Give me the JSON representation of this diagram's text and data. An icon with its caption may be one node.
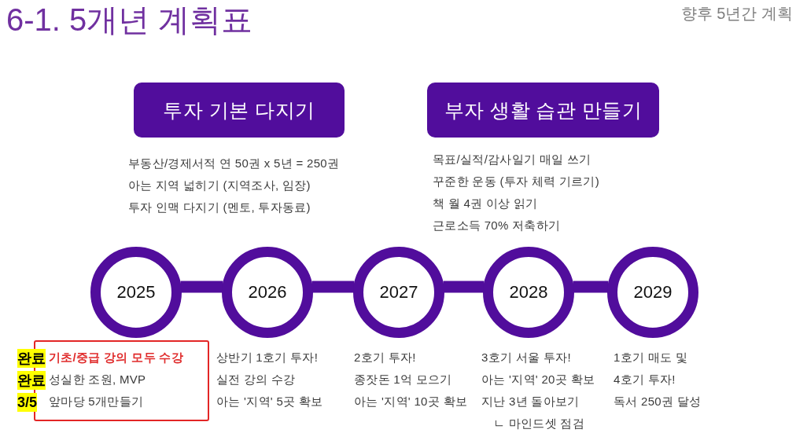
{
  "diagram": {
    "title": "6-1. 5개년 계획표",
    "nodes": [
      {
        "text": [
          "투자 기본 다지기"
        ],
        "beside": [
          "부동산/경제서적 연 50권 x 5년 = 250권",
          "아는 지역 넓히기 (지역조사, 임장)",
          "투자 인맥 다지기 (멘토, 투자동료)"
        ]
      },
      {
        "text": [
          "부자 생활 습관 만들기"
        ],
        "beside": [
          "목표/실적/감사일기 매일 쓰기",
          "꾸준한 운동 (투자 체력 기르기)",
          "책 월 4권 이상 읽기",
          "근로소득 70% 저축하기"
        ]
      },
      {
        "text": [
          "2025"
        ]
      },
      {
        "text": [
          "2026"
        ],
        "beside": [
          "상반기 1호기 투자!",
          "실전 강의 수강",
          "아는 '지역' 5곳 확보"
        ]
      },
      {
        "text": [
          "2027"
        ],
        "beside": [
          "2호기 투자!",
          "종잣돈 1억 모으기",
          "아는 '지역' 10곳 확보"
        ]
      },
      {
        "text": [
          "2028"
        ],
        "beside": [
          "3호기 서울 투자!",
          "아는 '지역' 20곳 확보",
          "지난 3년 돌아보기",
          "ㄴ 마인드셋 점검"
        ]
      },
      {
        "text": [
          "2029"
        ],
        "beside": [
          "1호기 매도 및 4호기 투자!",
          "독서 250권 달성"
        ]
      },
      {
        "text": [
          "기초/중급 강의 모두 수강",
          "성실한 조원, MVP",
          "앞마당 5개만들기"
        ]
      }
    ],
    "edges": [
      {
        "from": 2,
        "to": 3,
        "arrow": "none"
      },
      {
        "from": 3,
        "to": 4,
        "arrow": "none"
      },
      {
        "from": 4,
        "to": 5,
        "arrow": "none"
      },
      {
        "from": 5,
        "to": 6,
        "arrow": "none"
      }
    ],
    "labels": [
      "향후 5년간 계획",
      "완료",
      "완료",
      "3/5"
    ]
  }
}
